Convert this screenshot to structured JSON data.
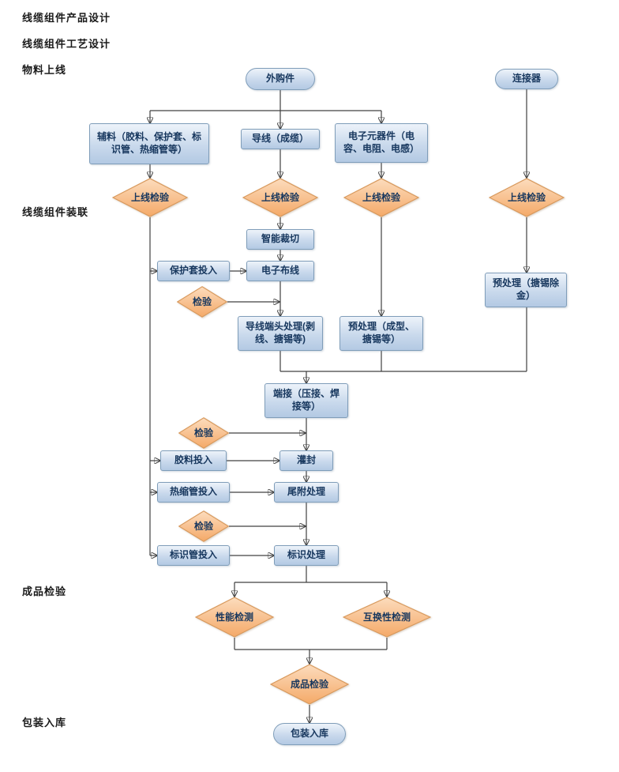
{
  "stage_labels": {
    "product_design": "线缆组件产品设计",
    "process_design": "线缆组件工艺设计",
    "material_online": "物料上线",
    "assembly": "线缆组件装联",
    "final_inspection": "成品检验",
    "packaging": "包装入库"
  },
  "nodes": {
    "purchased_parts": "外购件",
    "connector": "连接器",
    "auxiliary_materials": "辅料（胶料、保护套、标识管、热缩管等）",
    "wire_cable": "导线（成缆）",
    "electronic_components": "电子元器件（电容、电阻、电感）",
    "online_inspection": "上线检验",
    "inspection": "检验",
    "smart_cutting": "智能裁切",
    "sheath_input": "保护套投入",
    "electronic_wiring": "电子布线",
    "wire_end_processing": "导线端头处理(剥线、搪锡等)",
    "pretreatment_forming": "预处理（成型、搪锡等）",
    "pretreatment_degold": "预处理（搪锡除金）",
    "termination": "端接（压接、焊接等）",
    "glue_input": "胶料投入",
    "potting": "灌封",
    "heat_shrink_input": "热缩管投入",
    "tail_processing": "尾附处理",
    "label_tube_input": "标识管投入",
    "label_processing": "标识处理",
    "performance_test": "性能检测",
    "interchangeability_test": "互换性检测",
    "final_product_inspection": "成品检验",
    "packaging_storage": "包装入库"
  },
  "colors": {
    "background": "#ffffff",
    "box_fill_top": "#edf3fa",
    "box_fill_bottom": "#b3c9e3",
    "box_border": "#7f9db9",
    "box_text": "#17375e",
    "diamond_fill_top": "#fcdcbd",
    "diamond_fill_bottom": "#f4a968",
    "diamond_border": "#d8995c",
    "diamond_text": "#17375e",
    "connector_line": "#404040",
    "stage_label_text": "#1a1a1a"
  }
}
